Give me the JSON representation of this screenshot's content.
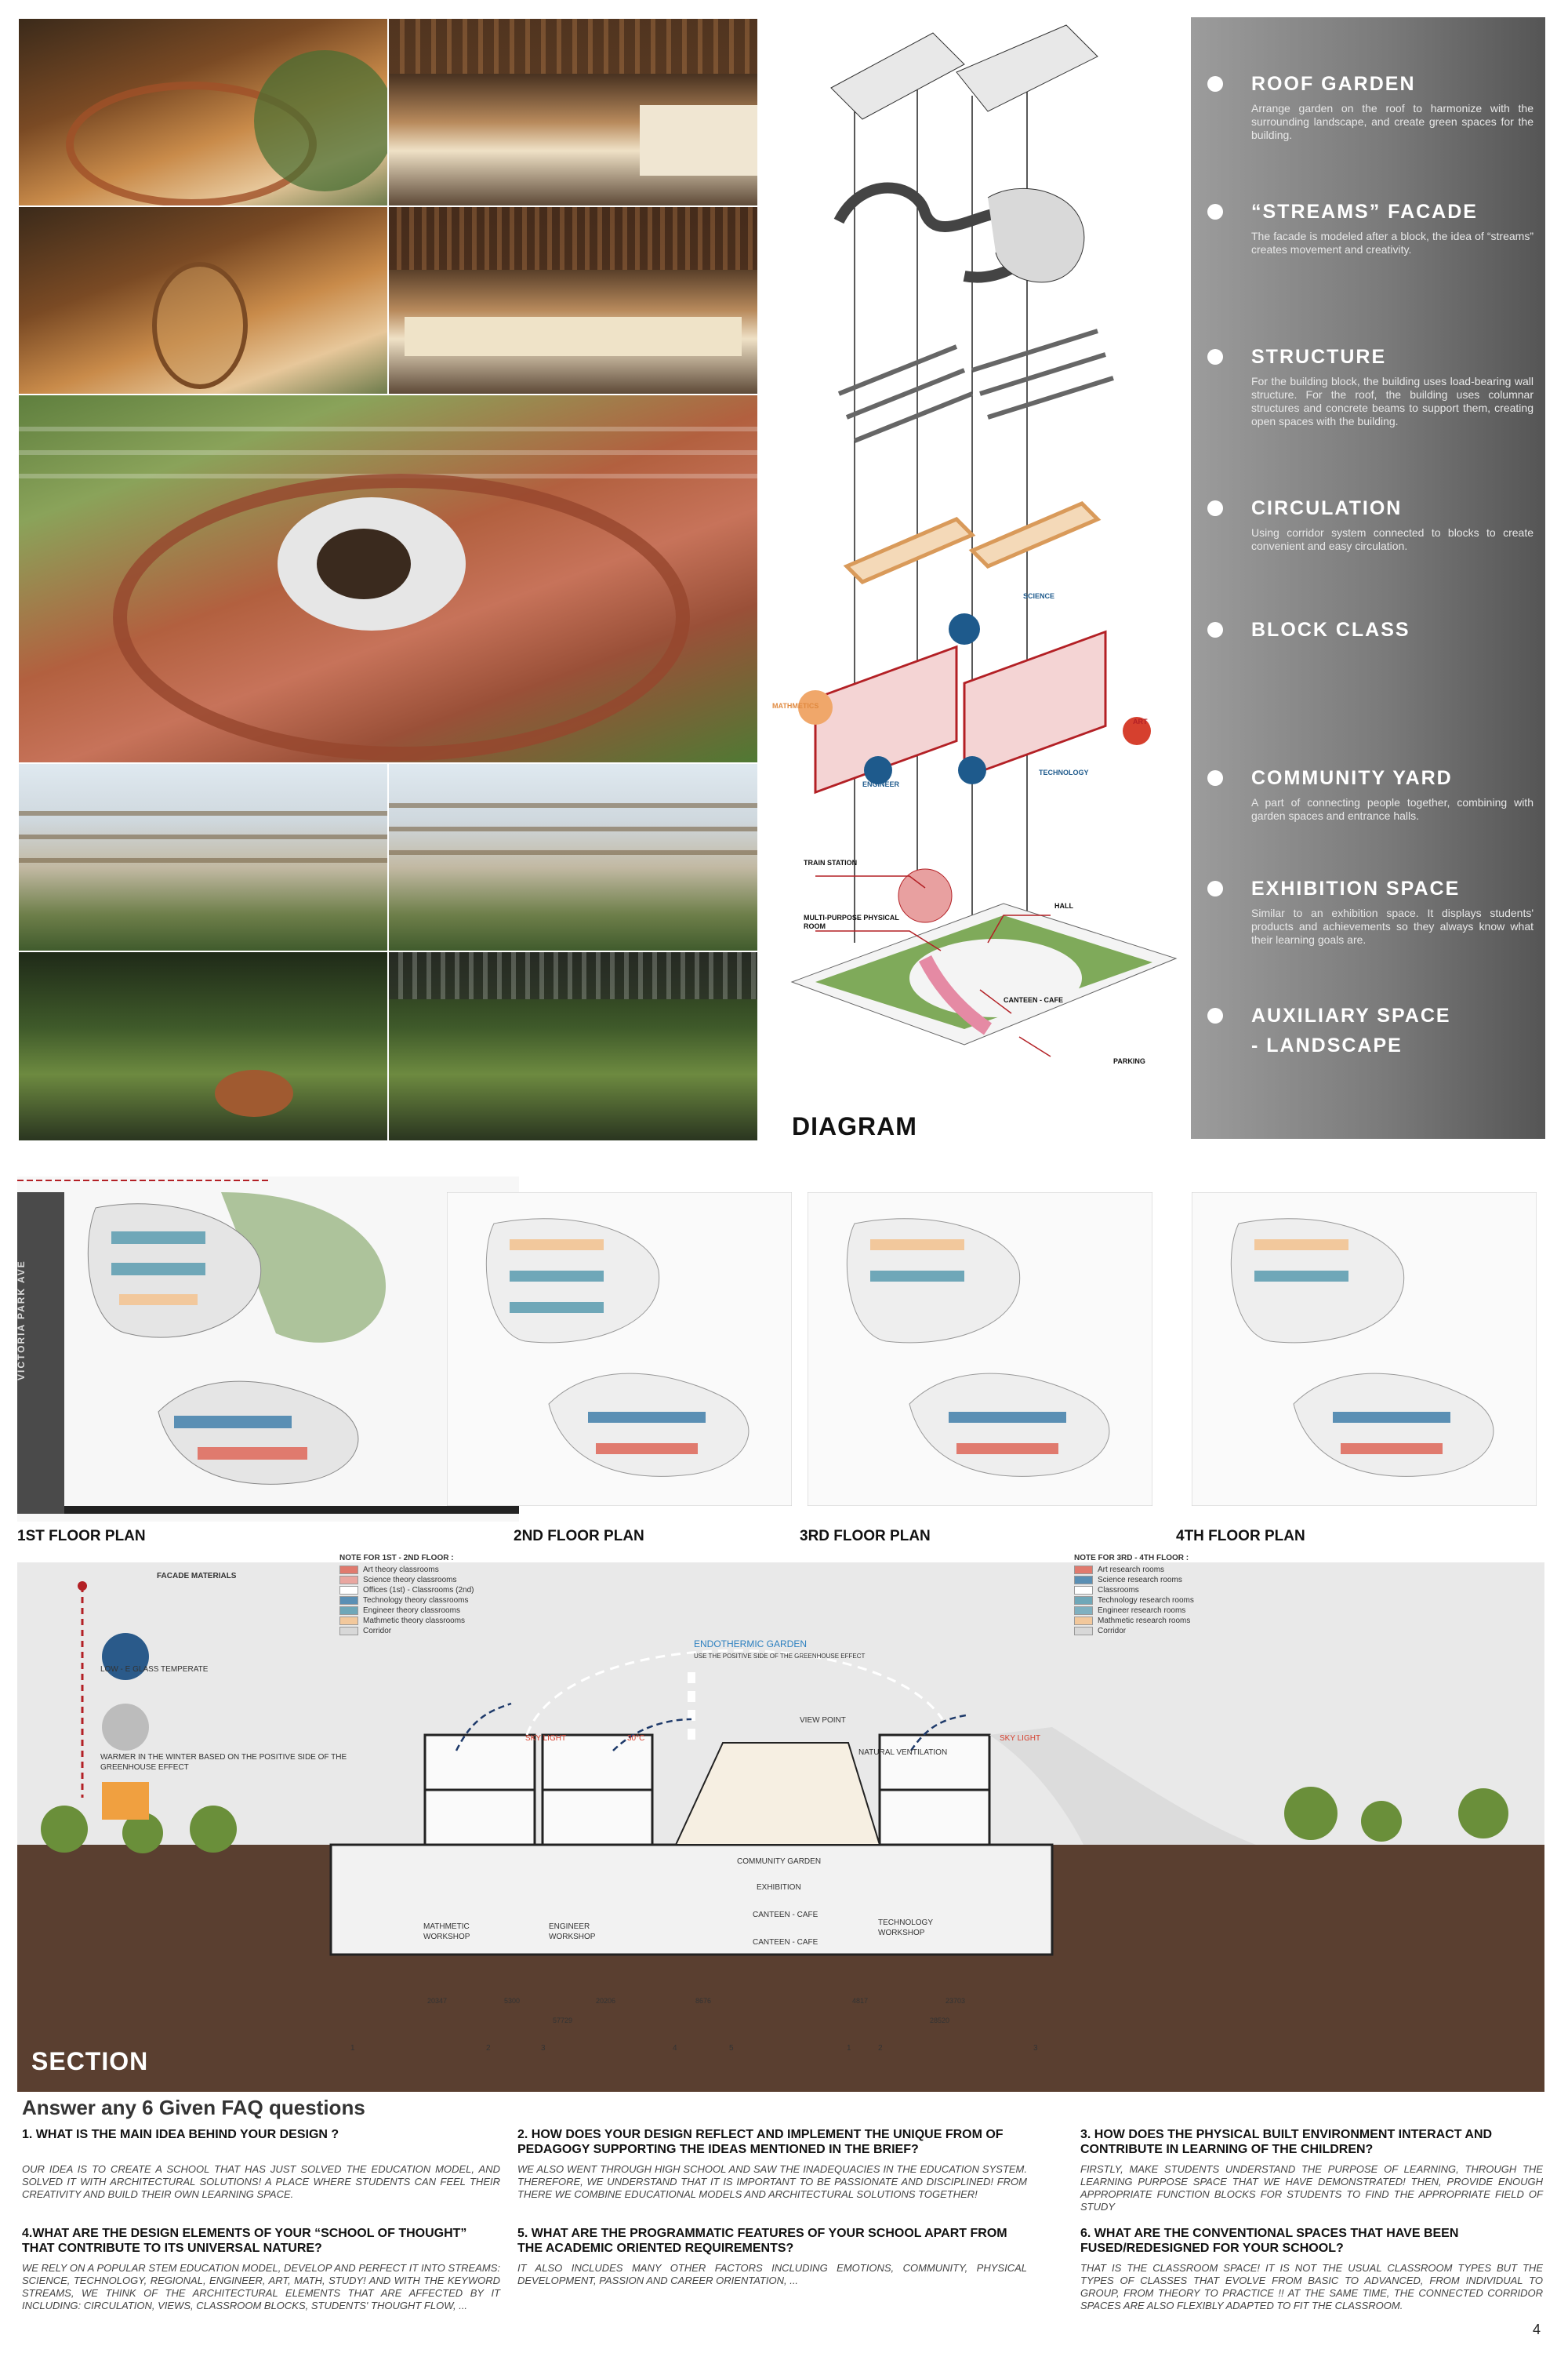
{
  "features": [
    {
      "title": "ROOF GARDEN",
      "desc": "Arrange garden on the roof to harmonize with the surrounding landscape, and create green spaces for the building."
    },
    {
      "title": "“STREAMS” FACADE",
      "desc": "The facade is modeled after a block, the idea of “streams” creates movement and creativity."
    },
    {
      "title": "STRUCTURE",
      "desc": "For the building block, the building uses load-bearing wall structure. For the roof, the building uses columnar structures and concrete beams to support them, creating open spaces with the building."
    },
    {
      "title": "CIRCULATION",
      "desc": "Using corridor system connected to blocks to create convenient and easy circulation."
    },
    {
      "title": "BLOCK CLASS",
      "desc": ""
    },
    {
      "title": "COMMUNITY YARD",
      "desc": "A part of connecting people together, combining with garden spaces and entrance halls."
    },
    {
      "title": "EXHIBITION SPACE",
      "desc": "Similar to an exhibition space. It displays students' products and achievements so they always know what their learning goals are."
    },
    {
      "title": "AUXILIARY SPACE",
      "title2": "- LANDSCAPE",
      "desc": ""
    }
  ],
  "diagram": {
    "title": "DIAGRAM",
    "labels": {
      "science": "SCIENCE",
      "mathmetics": "MATHMETICS",
      "art": "ART",
      "engineer": "ENGINEER",
      "technology": "TECHNOLOGY",
      "train_station": "TRAIN STATION",
      "hall": "HALL",
      "multi_purpose": "MULTI-PURPOSE PHYSICAL ROOM",
      "canteen": "CANTEEN - CAFE",
      "parking": "PARKING"
    }
  },
  "plans": {
    "first": "1ST FLOOR PLAN",
    "second": "2ND FLOOR PLAN",
    "third": "3RD FLOOR PLAN",
    "fourth": "4TH FLOOR PLAN",
    "street": "VICTORIA PARK AVE"
  },
  "notes1": {
    "title": "NOTE FOR 1ST - 2ND FLOOR :",
    "items": [
      {
        "label": "Art theory classrooms",
        "color": "#e07a6e"
      },
      {
        "label": "Science theory classrooms",
        "color": "#e9a6a0"
      },
      {
        "label": "Offices (1st) - Classrooms (2nd)",
        "color": "#ffffff"
      },
      {
        "label": "Technology theory classrooms",
        "color": "#5a8fb4"
      },
      {
        "label": "Engineer theory classrooms",
        "color": "#6fa7b8"
      },
      {
        "label": "Mathmetic theory classrooms",
        "color": "#f2c89c"
      },
      {
        "label": "Corridor",
        "color": "#d8d8d8"
      }
    ]
  },
  "notes2": {
    "title": "NOTE FOR 3RD - 4TH FLOOR :",
    "items": [
      {
        "label": "Art research rooms",
        "color": "#e07a6e"
      },
      {
        "label": "Science research rooms",
        "color": "#5a8fb4"
      },
      {
        "label": "Classrooms",
        "color": "#ffffff"
      },
      {
        "label": "Technology research rooms",
        "color": "#6fa7b8"
      },
      {
        "label": "Engineer research rooms",
        "color": "#7fb0c0"
      },
      {
        "label": "Mathmetic research rooms",
        "color": "#f2c89c"
      },
      {
        "label": "Corridor",
        "color": "#d8d8d8"
      }
    ]
  },
  "section": {
    "title": "SECTION",
    "facade_title": "FACADE MATERIALS",
    "glass": "LOW - E GLASS TEMPERATE",
    "warmer": "WARMER IN THE WINTER BASED ON THE POSITIVE SIDE OF THE GREENHOUSE EFFECT",
    "endo_title": "ENDOTHERMIC GARDEN",
    "endo_sub": "USE THE POSITIVE SIDE OF THE GREENHOUSE EFFECT",
    "view_point": "VIEW POINT",
    "sky_light": "SKY LIGHT",
    "natural_vent": "NATURAL VENTILATION",
    "temp": "30°C",
    "community_garden": "COMMUNITY GARDEN",
    "exhibition": "EXHIBITION",
    "canteen": "CANTEEN - CAFE",
    "math_ws": "MATHMETIC WORKSHOP",
    "eng_ws": "ENGINEER WORKSHOP",
    "tech_ws": "TECHNOLOGY WORKSHOP",
    "dims": [
      "20347",
      "5300",
      "20206",
      "8676",
      "4817",
      "23703"
    ],
    "dims2": [
      "57729",
      "28520"
    ],
    "axes": [
      "1",
      "2",
      "3",
      "4",
      "5",
      "1",
      "2",
      "3"
    ]
  },
  "faq": {
    "heading": "Answer any 6 Given FAQ questions",
    "items": [
      {
        "q": "1. WHAT IS THE MAIN IDEA BEHIND YOUR DESIGN ?",
        "a": "OUR IDEA IS TO CREATE A SCHOOL THAT HAS JUST SOLVED THE EDUCATION MODEL, AND SOLVED IT WITH ARCHITECTURAL SOLUTIONS! A PLACE WHERE STUDENTS CAN FEEL THEIR CREATIVITY AND BUILD THEIR OWN LEARNING SPACE."
      },
      {
        "q": "2. HOW DOES YOUR DESIGN REFLECT AND IMPLEMENT THE UNIQUE FROM OF PEDAGOGY SUPPORTING THE IDEAS MENTIONED IN THE BRIEF?",
        "a": "WE ALSO WENT THROUGH HIGH SCHOOL AND SAW THE INADEQUACIES IN THE EDUCATION SYSTEM. THEREFORE, WE UNDERSTAND THAT IT IS IMPORTANT TO BE PASSIONATE AND DISCIPLINED! FROM THERE WE COMBINE EDUCATIONAL MODELS AND ARCHITECTURAL SOLUTIONS TOGETHER!"
      },
      {
        "q": "3. HOW DOES THE PHYSICAL BUILT ENVIRONMENT INTERACT AND CONTRIBUTE IN LEARNING OF THE CHILDREN?",
        "a": "FIRSTLY, MAKE STUDENTS UNDERSTAND THE PURPOSE OF LEARNING, THROUGH THE LEARNING PURPOSE SPACE THAT WE HAVE DEMONSTRATED! THEN, PROVIDE ENOUGH APPROPRIATE FUNCTION BLOCKS FOR STUDENTS TO FIND THE APPROPRIATE FIELD OF STUDY"
      },
      {
        "q": "4.WHAT ARE THE DESIGN ELEMENTS OF YOUR “SCHOOL OF THOUGHT” THAT CONTRIBUTE TO ITS UNIVERSAL NATURE?",
        "a": "WE RELY ON A POPULAR STEM EDUCATION MODEL, DEVELOP AND PERFECT IT INTO STREAMS: SCIENCE, TECHNOLOGY, REGIONAL, ENGINEER, ART, MATH, STUDY! AND WITH THE KEYWORD STREAMS, WE THINK OF THE ARCHITECTURAL ELEMENTS THAT ARE AFFECTED BY IT INCLUDING: CIRCULATION, VIEWS, CLASSROOM BLOCKS, STUDENTS' THOUGHT FLOW, ..."
      },
      {
        "q": "5. WHAT ARE THE PROGRAMMATIC FEATURES OF YOUR SCHOOL APART FROM THE ACADEMIC ORIENTED REQUIREMENTS?",
        "a": "IT ALSO INCLUDES MANY OTHER FACTORS INCLUDING EMOTIONS, COMMUNITY, PHYSICAL DEVELOPMENT, PASSION AND CAREER ORIENTATION, ..."
      },
      {
        "q": "6. WHAT ARE THE CONVENTIONAL SPACES THAT HAVE BEEN FUSED/REDESIGNED FOR YOUR SCHOOL?",
        "a": "THAT IS THE CLASSROOM SPACE! IT IS NOT THE USUAL CLASSROOM TYPES BUT THE TYPES OF CLASSES THAT EVOLVE FROM BASIC TO ADVANCED, FROM INDIVIDUAL TO GROUP, FROM THEORY TO PRACTICE !! AT THE SAME TIME, THE CONNECTED CORRIDOR SPACES ARE ALSO FLEXIBLY ADAPTED TO FIT THE CLASSROOM."
      }
    ]
  },
  "page_number": "4"
}
